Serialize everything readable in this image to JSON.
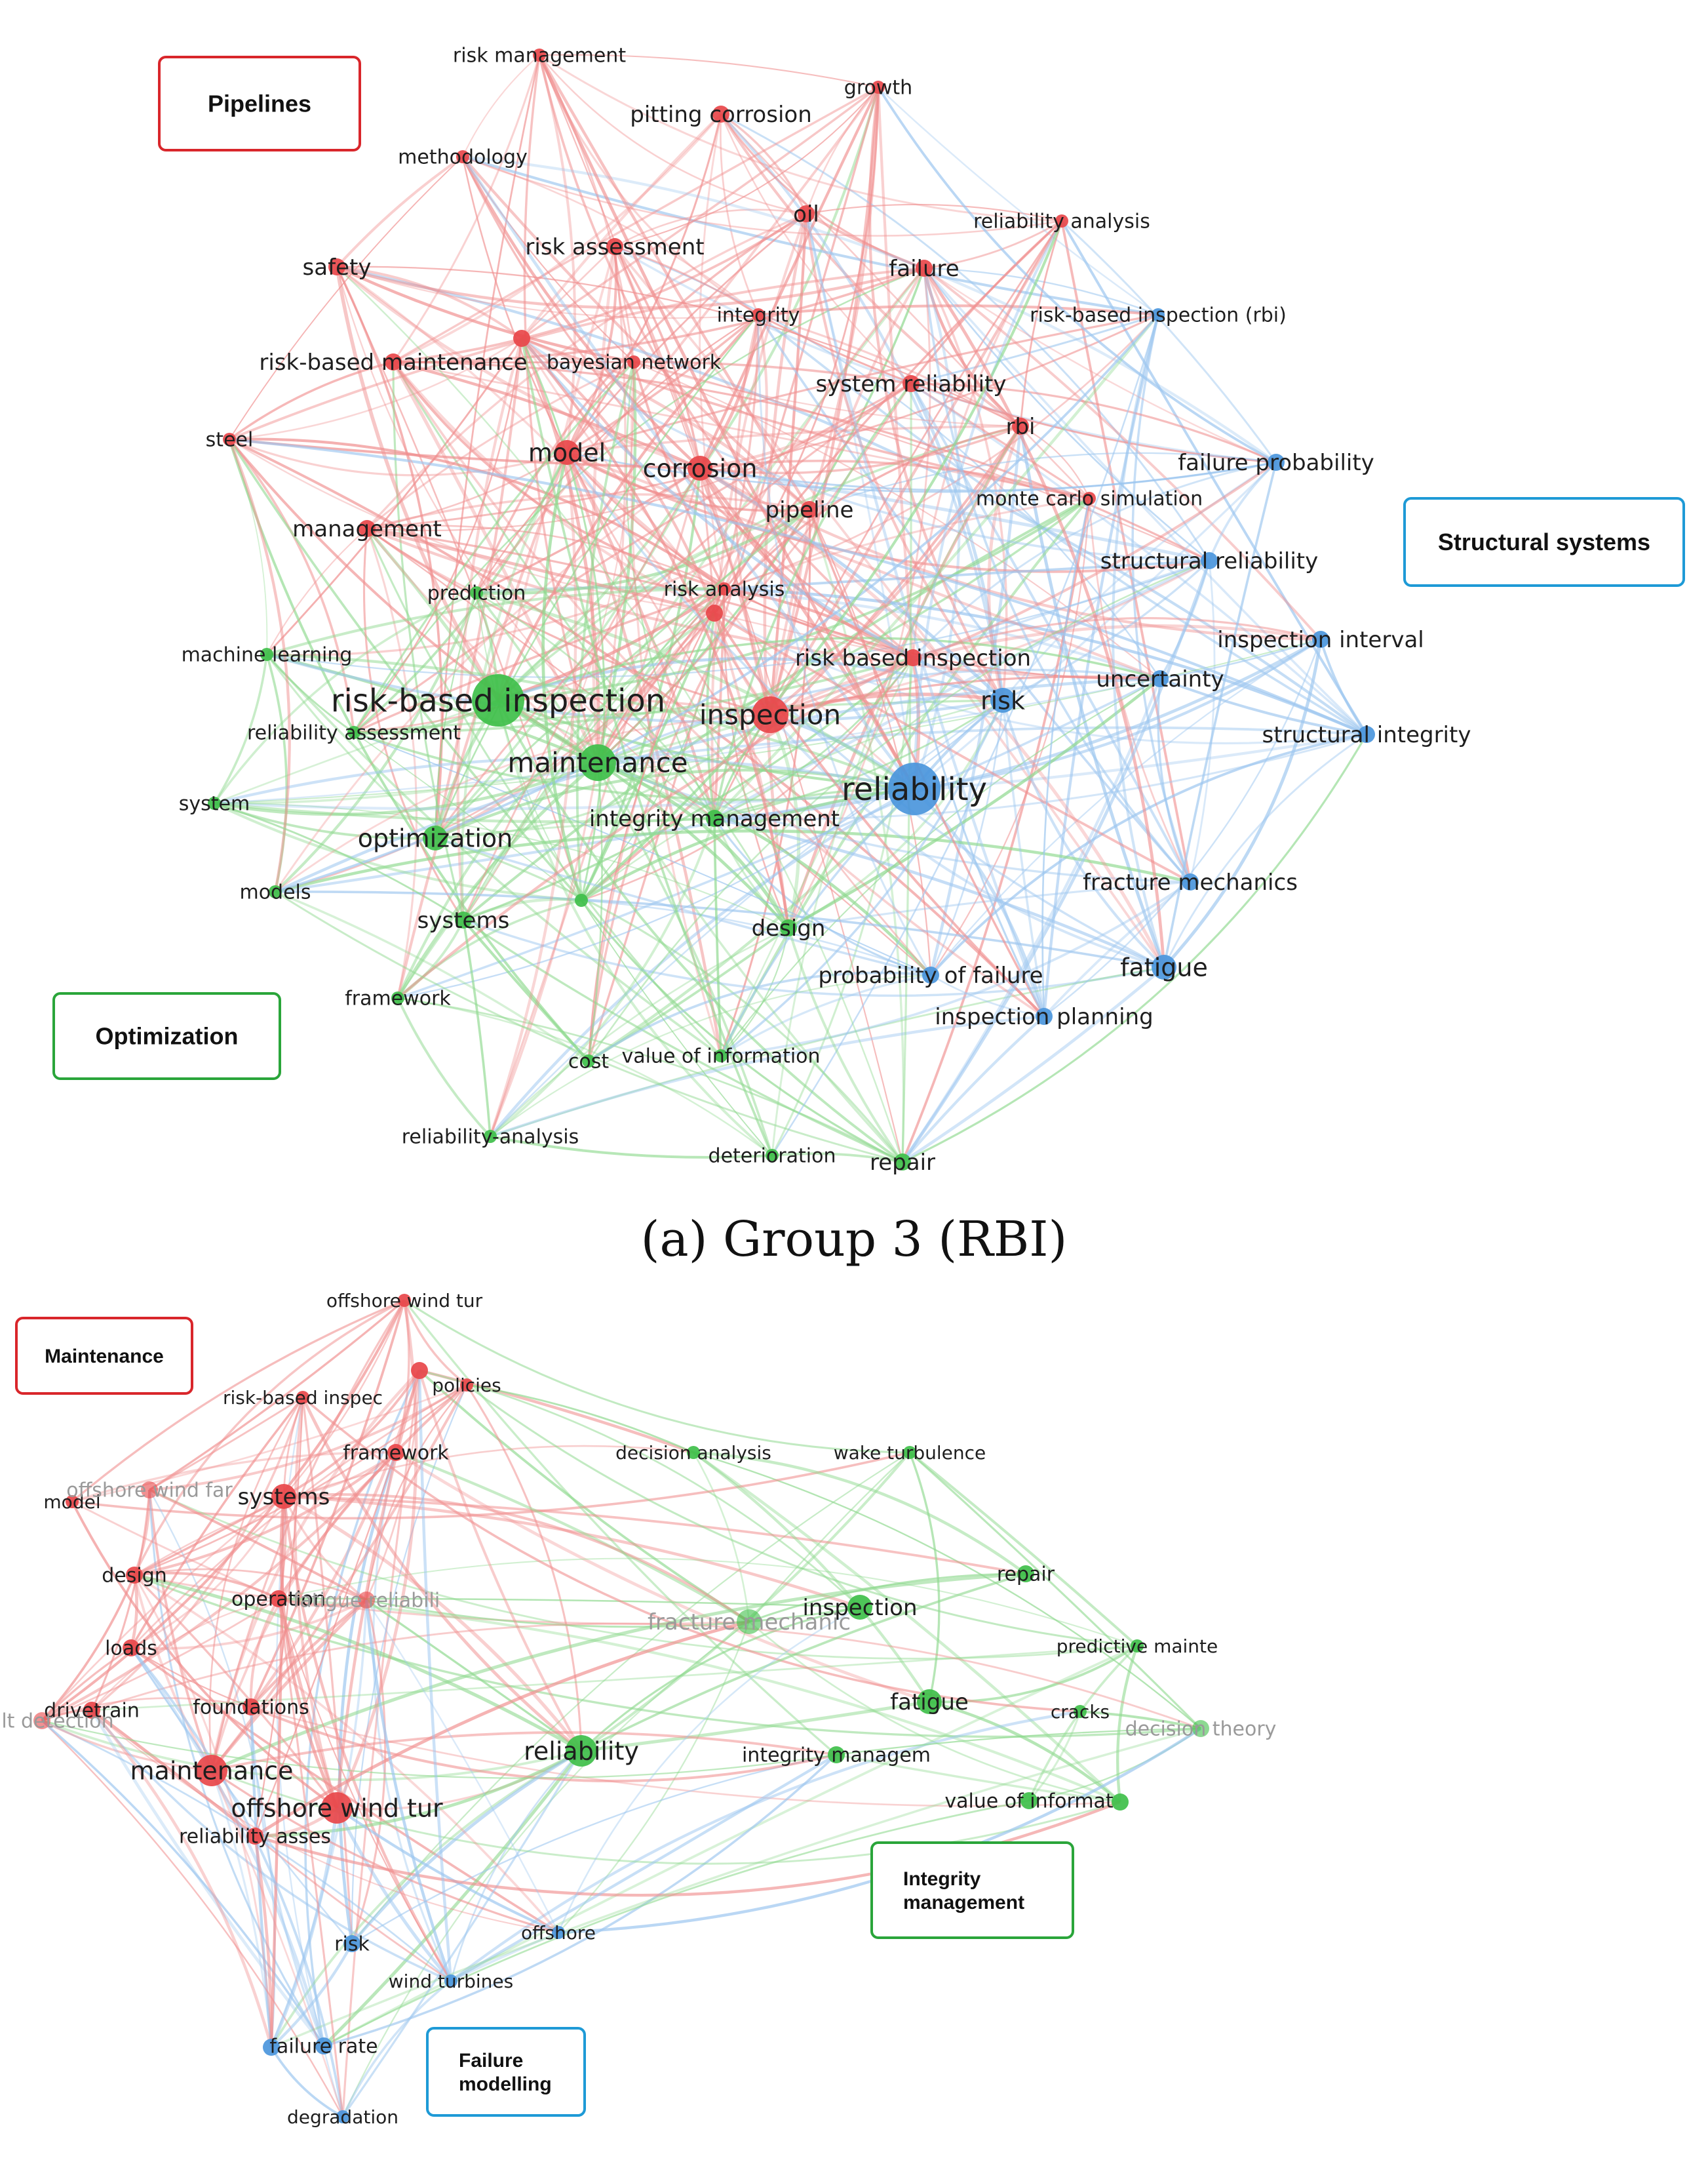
{
  "palette": {
    "red": "#e8474a",
    "green": "#3fbf4a",
    "blue": "#4b96dc",
    "link_red": "#f08f8f",
    "link_green": "#8fd98f",
    "link_blue": "#9cc6ef",
    "box_red": "#d9262b",
    "box_green": "#2aa53a",
    "box_blue": "#1e9ad6"
  },
  "caption_a": "(a) Group 3 (RBI)",
  "panel_a": {
    "cluster_boxes": [
      {
        "label": "Pipelines",
        "color": "red"
      },
      {
        "label": "Structural systems",
        "color": "blue"
      },
      {
        "label": "Optimization",
        "color": "green"
      }
    ],
    "nodes": [
      {
        "label": "risk management",
        "c": "red",
        "s": 1
      },
      {
        "label": "growth",
        "c": "red",
        "s": 1
      },
      {
        "label": "pitting corrosion",
        "c": "red",
        "s": 2
      },
      {
        "label": "methodology",
        "c": "red",
        "s": 1
      },
      {
        "label": "oil",
        "c": "red",
        "s": 2
      },
      {
        "label": "reliability analysis",
        "c": "red",
        "s": 1
      },
      {
        "label": "risk assessment",
        "c": "red",
        "s": 2
      },
      {
        "label": "safety",
        "c": "red",
        "s": 2
      },
      {
        "label": "failure",
        "c": "red",
        "s": 2
      },
      {
        "label": "integrity",
        "c": "red",
        "s": 1
      },
      {
        "label": "risk-based inspection (rbi)",
        "c": "blue",
        "s": 1
      },
      {
        "label": "",
        "c": "red",
        "s": 2
      },
      {
        "label": "risk-based maintenance",
        "c": "red",
        "s": 2
      },
      {
        "label": "bayesian network",
        "c": "red",
        "s": 1
      },
      {
        "label": "system reliability",
        "c": "red",
        "s": 2
      },
      {
        "label": "rbi",
        "c": "red",
        "s": 2
      },
      {
        "label": "steel",
        "c": "red",
        "s": 1
      },
      {
        "label": "model",
        "c": "red",
        "s": 3
      },
      {
        "label": "corrosion",
        "c": "red",
        "s": 3
      },
      {
        "label": "failure probability",
        "c": "blue",
        "s": 2
      },
      {
        "label": "monte carlo simulation",
        "c": "red",
        "s": 1
      },
      {
        "label": "pipeline",
        "c": "red",
        "s": 2
      },
      {
        "label": "management",
        "c": "red",
        "s": 2
      },
      {
        "label": "structural reliability",
        "c": "blue",
        "s": 2
      },
      {
        "label": "prediction",
        "c": "green",
        "s": 1
      },
      {
        "label": "risk analysis",
        "c": "red",
        "s": 1
      },
      {
        "label": "",
        "c": "red",
        "s": 2
      },
      {
        "label": "inspection interval",
        "c": "blue",
        "s": 2
      },
      {
        "label": "machine learning",
        "c": "green",
        "s": 1
      },
      {
        "label": "risk based inspection",
        "c": "red",
        "s": 2
      },
      {
        "label": "uncertainty",
        "c": "blue",
        "s": 2
      },
      {
        "label": "risk-based inspection",
        "c": "green",
        "s": 5
      },
      {
        "label": "risk",
        "c": "blue",
        "s": 3
      },
      {
        "label": "inspection",
        "c": "red",
        "s": 4
      },
      {
        "label": "reliability assessment",
        "c": "green",
        "s": 1
      },
      {
        "label": "structural integrity",
        "c": "blue",
        "s": 2
      },
      {
        "label": "maintenance",
        "c": "green",
        "s": 4
      },
      {
        "label": "reliability",
        "c": "blue",
        "s": 5
      },
      {
        "label": "system",
        "c": "green",
        "s": 1
      },
      {
        "label": "integrity management",
        "c": "green",
        "s": 2
      },
      {
        "label": "optimization",
        "c": "green",
        "s": 3
      },
      {
        "label": "fracture mechanics",
        "c": "blue",
        "s": 2
      },
      {
        "label": "models",
        "c": "green",
        "s": 1
      },
      {
        "label": "",
        "c": "green",
        "s": 1
      },
      {
        "label": "systems",
        "c": "green",
        "s": 2
      },
      {
        "label": "design",
        "c": "green",
        "s": 2
      },
      {
        "label": "fatigue",
        "c": "blue",
        "s": 3
      },
      {
        "label": "probability of failure",
        "c": "blue",
        "s": 2
      },
      {
        "label": "framework",
        "c": "green",
        "s": 1
      },
      {
        "label": "inspection planning",
        "c": "blue",
        "s": 2
      },
      {
        "label": "value of information",
        "c": "green",
        "s": 1
      },
      {
        "label": "cost",
        "c": "green",
        "s": 1
      },
      {
        "label": "reliability-analysis",
        "c": "green",
        "s": 1
      },
      {
        "label": "deterioration",
        "c": "green",
        "s": 1
      },
      {
        "label": "repair",
        "c": "green",
        "s": 2
      }
    ]
  },
  "panel_b": {
    "cluster_boxes": [
      {
        "label": "Maintenance",
        "color": "red"
      },
      {
        "label": "Integrity\nmanagement",
        "color": "green"
      },
      {
        "label": "Failure\nmodelling",
        "color": "blue"
      }
    ],
    "nodes": [
      {
        "label": "offshore wind tur",
        "c": "red",
        "s": 1,
        "faded": false
      },
      {
        "label": "",
        "c": "red",
        "s": 2,
        "faded": false
      },
      {
        "label": "policies",
        "c": "red",
        "s": 1,
        "faded": false
      },
      {
        "label": "risk-based inspec",
        "c": "red",
        "s": 1,
        "faded": false
      },
      {
        "label": "framework",
        "c": "red",
        "s": 2,
        "faded": false
      },
      {
        "label": "decision analysis",
        "c": "green",
        "s": 1,
        "faded": false
      },
      {
        "label": "wake turbulence",
        "c": "green",
        "s": 1,
        "faded": false
      },
      {
        "label": "model",
        "c": "red",
        "s": 1,
        "faded": false
      },
      {
        "label": "offshore wind far",
        "c": "red",
        "s": 2,
        "faded": true
      },
      {
        "label": "systems",
        "c": "red",
        "s": 3,
        "faded": false
      },
      {
        "label": "design",
        "c": "red",
        "s": 2,
        "faded": false
      },
      {
        "label": "repair",
        "c": "green",
        "s": 2,
        "faded": false
      },
      {
        "label": "operation",
        "c": "red",
        "s": 2,
        "faded": false
      },
      {
        "label": "fatigue reliabili",
        "c": "red",
        "s": 2,
        "faded": true
      },
      {
        "label": "inspection",
        "c": "green",
        "s": 3,
        "faded": false
      },
      {
        "label": "fracture mechanic",
        "c": "green",
        "s": 3,
        "faded": true
      },
      {
        "label": "predictive mainte",
        "c": "green",
        "s": 1,
        "faded": false
      },
      {
        "label": "loads",
        "c": "red",
        "s": 2,
        "faded": false
      },
      {
        "label": "foundations",
        "c": "red",
        "s": 2,
        "faded": false
      },
      {
        "label": "drivetrain",
        "c": "red",
        "s": 2,
        "faded": false
      },
      {
        "label": "fault detection",
        "c": "red",
        "s": 2,
        "faded": true
      },
      {
        "label": "fatigue",
        "c": "green",
        "s": 3,
        "faded": false
      },
      {
        "label": "cracks",
        "c": "green",
        "s": 1,
        "faded": false
      },
      {
        "label": "decision theory",
        "c": "green",
        "s": 2,
        "faded": true
      },
      {
        "label": "reliability",
        "c": "green",
        "s": 4,
        "faded": false
      },
      {
        "label": "integrity managem",
        "c": "green",
        "s": 2,
        "faded": false
      },
      {
        "label": "maintenance",
        "c": "red",
        "s": 4,
        "faded": false
      },
      {
        "label": "offshore wind tur",
        "c": "red",
        "s": 4,
        "faded": false
      },
      {
        "label": "value of informat",
        "c": "green",
        "s": 2,
        "faded": false
      },
      {
        "label": "",
        "c": "green",
        "s": 2,
        "faded": false
      },
      {
        "label": "reliability asses",
        "c": "red",
        "s": 2,
        "faded": false
      },
      {
        "label": "risk",
        "c": "blue",
        "s": 2,
        "faded": false
      },
      {
        "label": "offshore",
        "c": "blue",
        "s": 1,
        "faded": false
      },
      {
        "label": "wind turbines",
        "c": "blue",
        "s": 1,
        "faded": false
      },
      {
        "label": "failure rate",
        "c": "blue",
        "s": 2,
        "faded": false
      },
      {
        "label": "",
        "c": "blue",
        "s": 2,
        "faded": false
      },
      {
        "label": "degradation",
        "c": "blue",
        "s": 1,
        "faded": false
      }
    ]
  }
}
